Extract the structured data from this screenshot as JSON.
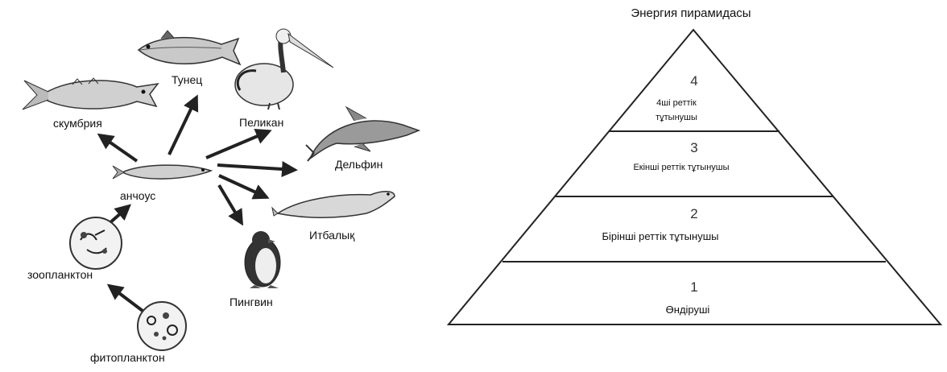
{
  "food_web": {
    "organisms": {
      "tuna": "Тунец",
      "mackerel": "скумбрия",
      "pelican": "Пеликан",
      "dolphin": "Дельфин",
      "anchovy": "анчоус",
      "seal": "Итбалық",
      "zooplankton": "зоопланктон",
      "penguin": "Пингвин",
      "phytoplankton": "фитопланктон"
    }
  },
  "pyramid": {
    "title": "Энергия пирамидасы",
    "levels": [
      {
        "number": "4",
        "label_line1": "4ші реттік",
        "label_line2": "тұтынушы"
      },
      {
        "number": "3",
        "label": "Екінші реттік тұтынушы"
      },
      {
        "number": "2",
        "label": "Бірінші реттік тұтынушы"
      },
      {
        "number": "1",
        "label": "Өндіруші"
      }
    ]
  }
}
